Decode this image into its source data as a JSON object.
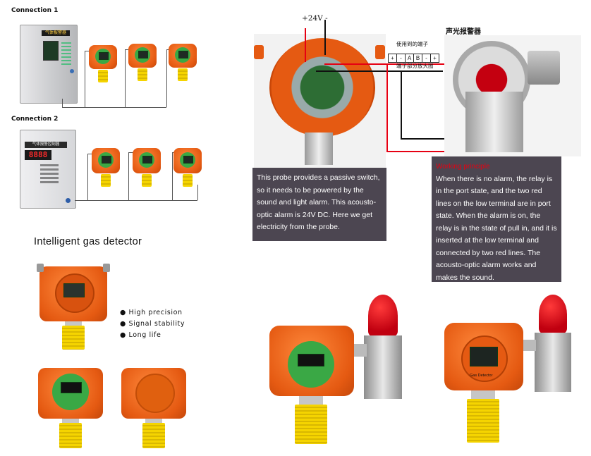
{
  "connection1": {
    "label": "Connection 1",
    "panel_title": "气体报警器"
  },
  "connection2": {
    "label": "Connection 2",
    "panel_title": "气体报警控制器",
    "display": "8888"
  },
  "section_title": "Intelligent gas detector",
  "features": [
    "High precision",
    "Signal stability",
    "Long life"
  ],
  "wiring": {
    "voltage_label": "+24V  -",
    "terminal_top": "使用到的端子",
    "terminal_cells": [
      "+",
      "-",
      "A",
      "B",
      "-",
      "+"
    ],
    "terminal_bottom": "端子部分放大图",
    "alarm_label": "声光报警器"
  },
  "probe_text": "This probe provides a passive switch, so it needs to be powered by the sound  and light alarm. This acousto-optic alarm is 24V DC. Here we get electricity from the probe.",
  "principle": {
    "heading": "Working principle",
    "body": "When there is no alarm, the relay is in the port state, and the two red lines on the low terminal are in port state. When the alarm is on, the relay is in the state of pull in, and it is inserted at the low terminal and connected by two red lines. The acousto-optic alarm works and makes the sound."
  },
  "detector_label": "Gas Detector",
  "colors": {
    "orange": "#e55a12",
    "sensor_yellow": "#f5d400",
    "text_panel": "#4c4651",
    "wire_red": "#e60012",
    "heading_red": "#e60012"
  }
}
